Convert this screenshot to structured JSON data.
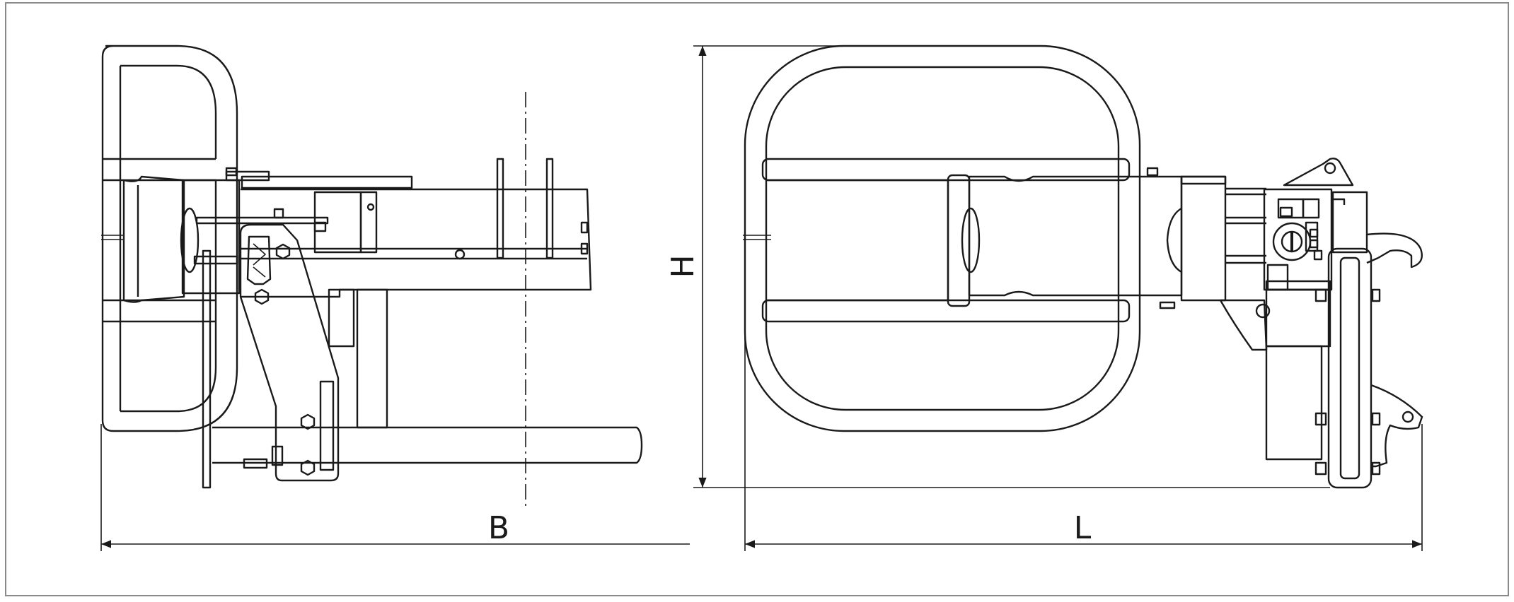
{
  "drawing": {
    "ink_color": "#1a1a1a",
    "frame_color": "#8a8a8a",
    "background": "#ffffff"
  },
  "dimensions": {
    "width_label": "B",
    "height_label": "H",
    "length_label": "L"
  }
}
